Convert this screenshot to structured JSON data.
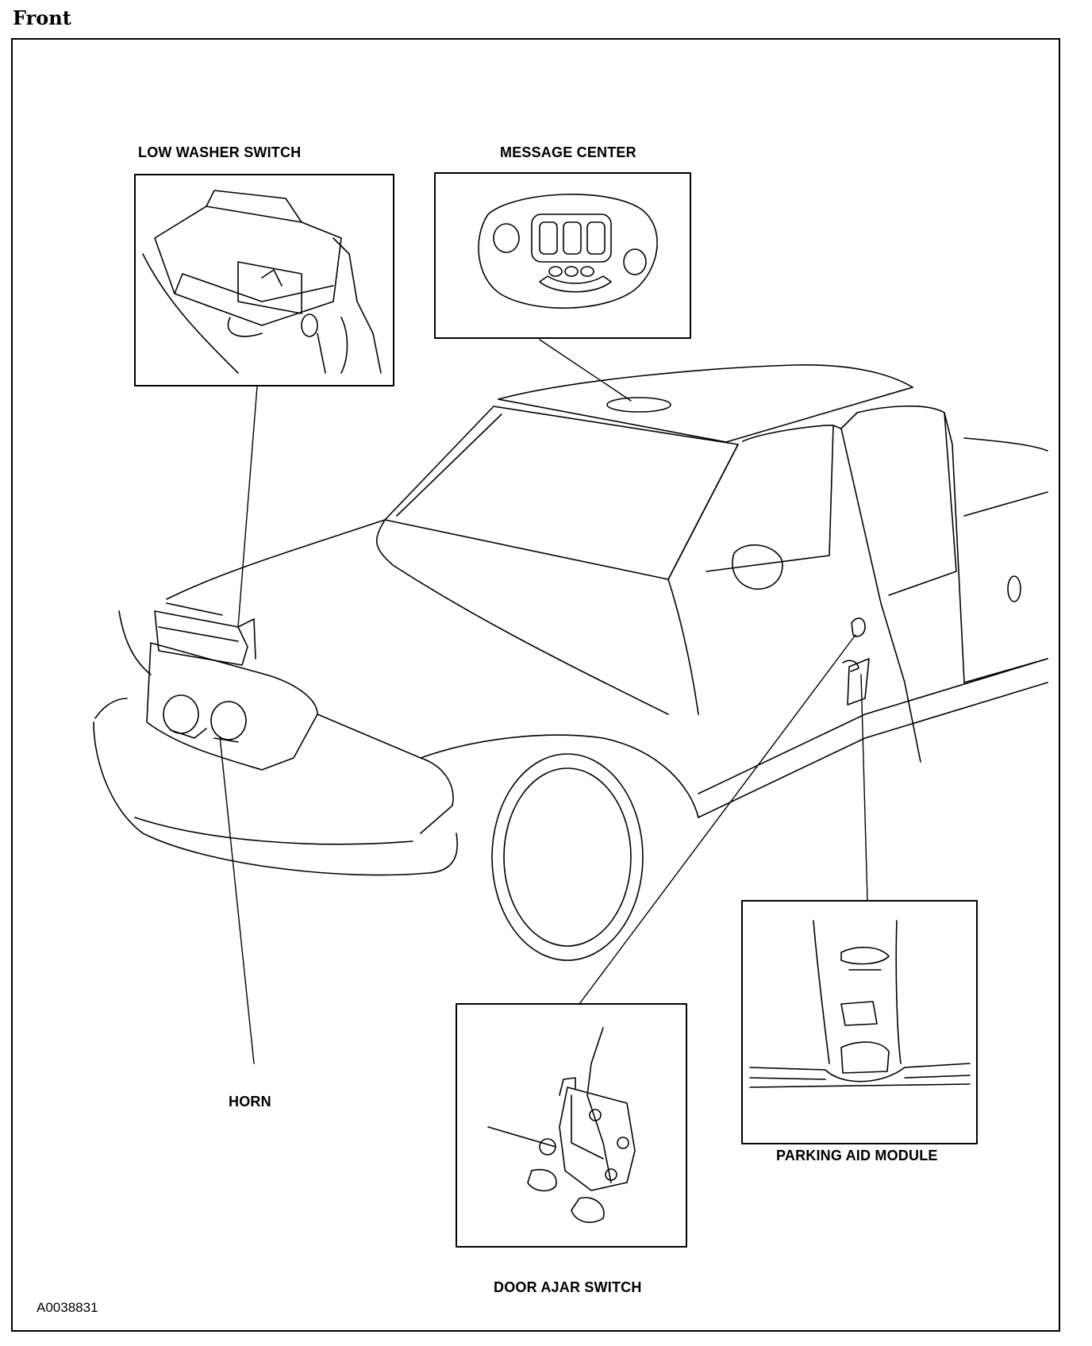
{
  "page": {
    "heading": "Front",
    "figure_id": "A0038831"
  },
  "callouts": {
    "low_washer_switch": "LOW WASHER SWITCH",
    "message_center": "MESSAGE CENTER",
    "horn": "HORN",
    "parking_aid_module": "PARKING AID MODULE",
    "door_ajar_switch": "DOOR AJAR SWITCH"
  },
  "colors": {
    "line": "#000000",
    "background": "#ffffff"
  }
}
